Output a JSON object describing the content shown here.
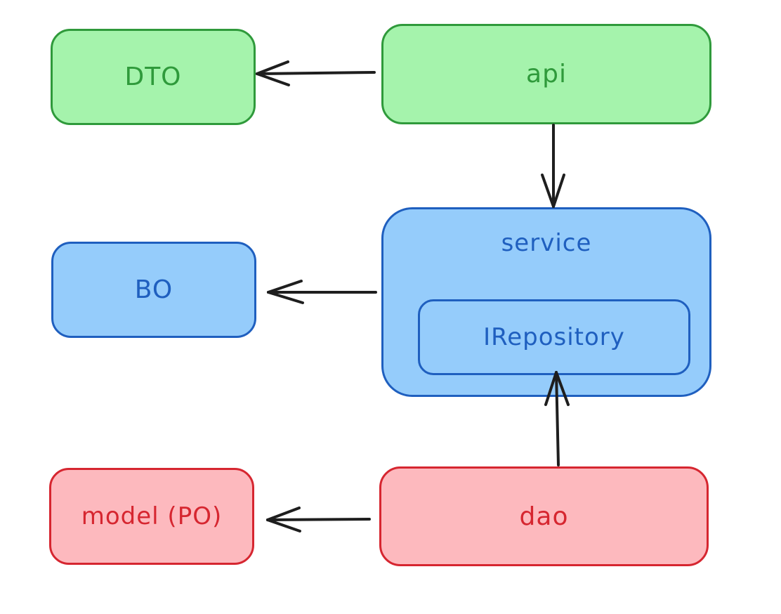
{
  "nodes": {
    "dto": "DTO",
    "api": "api",
    "bo": "BO",
    "service": "service",
    "irepository": "IRepository",
    "model": "model (PO)",
    "dao": "dao"
  },
  "colors": {
    "green_fill": "#a5f3ac",
    "green_stroke": "#2f9a3b",
    "blue_fill": "#95ccfb",
    "blue_stroke": "#1f5fbf",
    "red_fill": "#fdb9be",
    "red_stroke": "#d62630",
    "arrow": "#1e1e1e"
  },
  "edges": [
    {
      "from": "api",
      "to": "DTO"
    },
    {
      "from": "api",
      "to": "service"
    },
    {
      "from": "service",
      "to": "BO"
    },
    {
      "from": "dao",
      "to": "IRepository"
    },
    {
      "from": "dao",
      "to": "model (PO)"
    }
  ]
}
